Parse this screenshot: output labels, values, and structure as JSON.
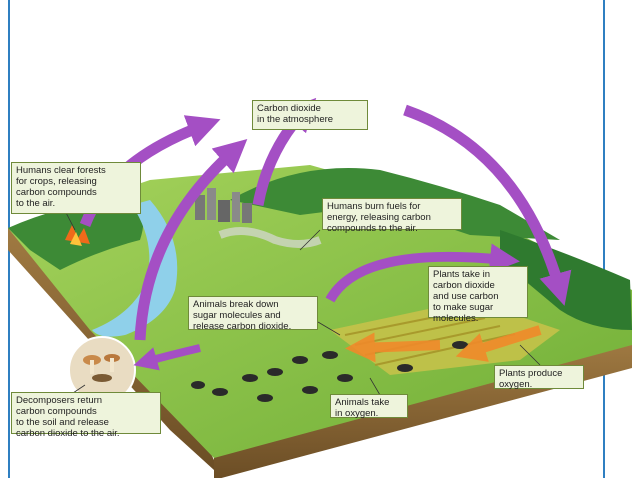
{
  "labels": {
    "atmosphere": "Carbon dioxide\nin the atmosphere",
    "clear_forests": "Humans clear forests\nfor crops, releasing\ncarbon compounds\nto the air.",
    "burn_fuels": "Humans burn fuels for\nenergy, releasing carbon\ncompounds to the air.",
    "plants_take": "Plants take in\ncarbon dioxide\nand use carbon\nto make sugar\nmolecules.",
    "animals_break": "Animals break down\nsugar molecules and\nrelease carbon dioxide.",
    "plants_produce": "Plants produce\noxygen.",
    "animals_take": "Animals take\nin oxygen.",
    "decomposers": "Decomposers return\ncarbon compounds\nto the soil and release\ncarbon dioxide to the air."
  },
  "colors": {
    "frame": "#2f7fc1",
    "arrow_purple": "#a44fc4",
    "arrow_orange": "#f08a2a",
    "label_bg": "#eef4dc",
    "label_border": "#6f8a3a",
    "grass": "#8fc24a",
    "forest": "#2f7a2f",
    "river": "#8fd0ea",
    "soil": "#8a6a3a"
  }
}
